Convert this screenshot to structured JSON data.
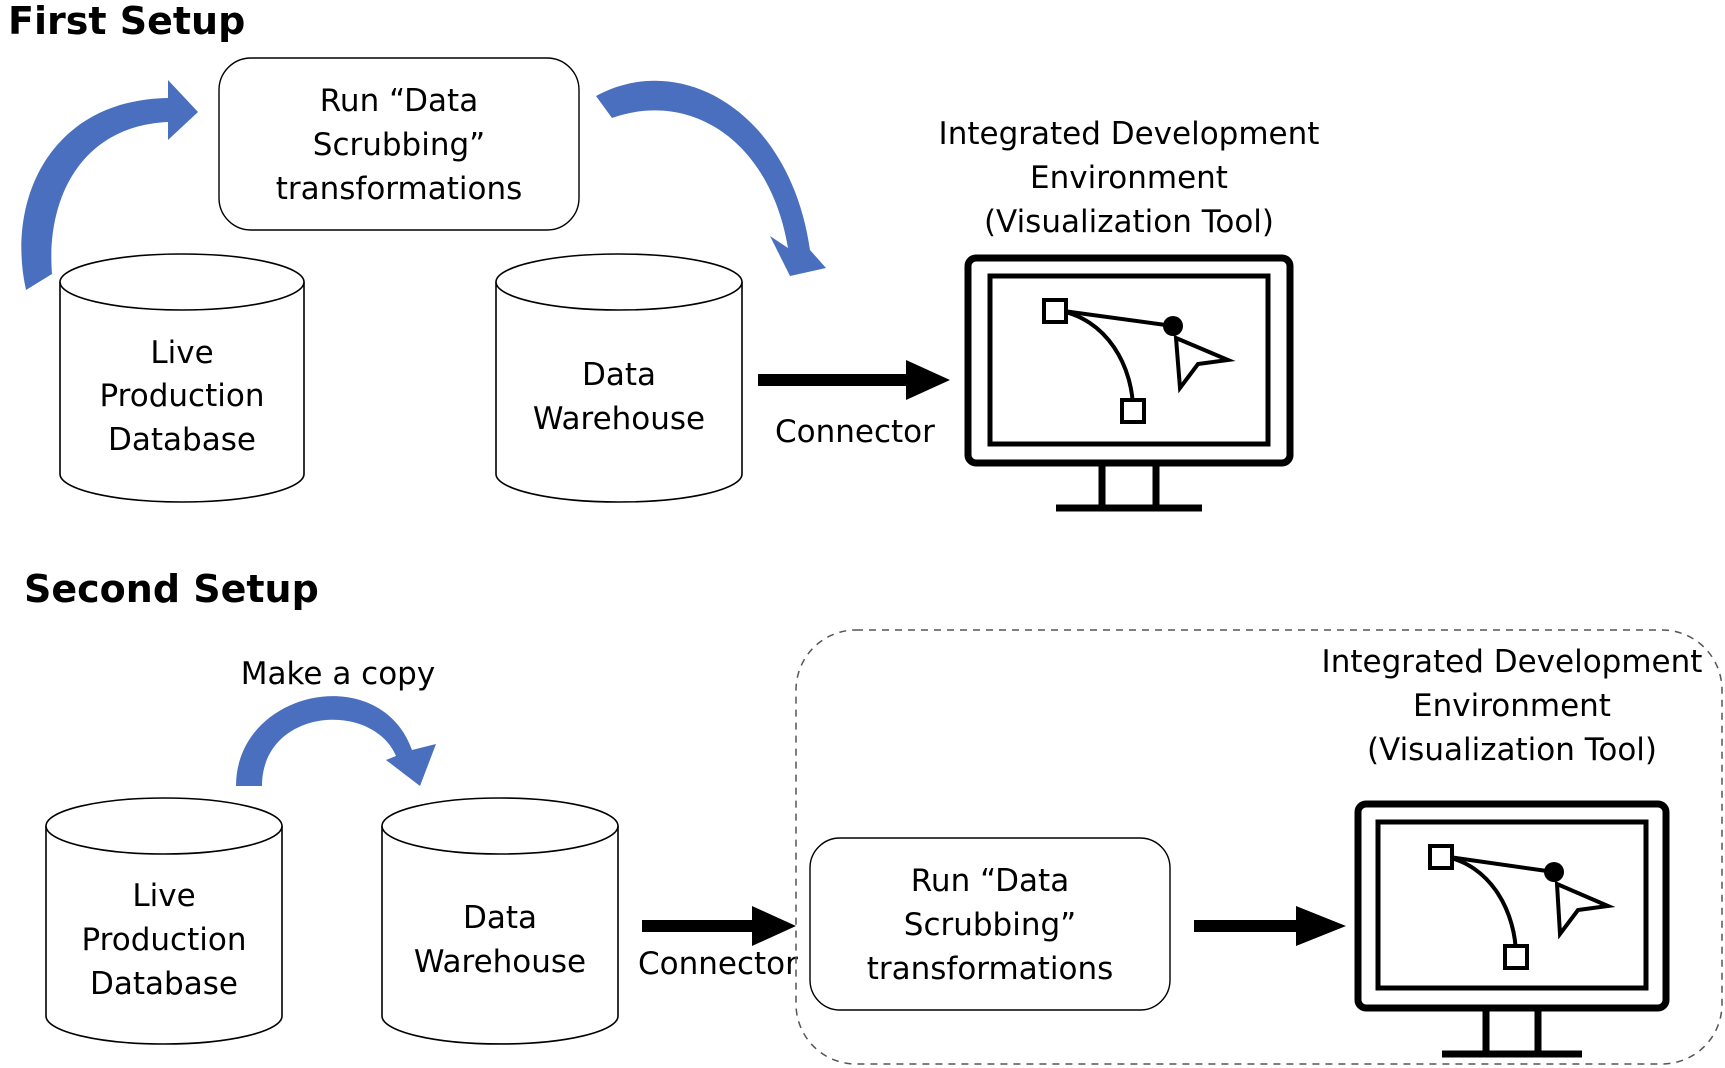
{
  "first_setup": {
    "title": "First Setup",
    "transform_box": [
      "Run “Data",
      "Scrubbing”",
      "transformations"
    ],
    "source_db": [
      "Live",
      "Production",
      "Database"
    ],
    "warehouse_db": [
      "Data",
      "Warehouse"
    ],
    "connector_label": "Connector",
    "ide_label": [
      "Integrated Development",
      "Environment",
      "(Visualization Tool)"
    ],
    "monitor_icon": "monitor-bezier-icon"
  },
  "second_setup": {
    "title": "Second Setup",
    "copy_label": "Make a copy",
    "source_db": [
      "Live",
      "Production",
      "Database"
    ],
    "warehouse_db": [
      "Data",
      "Warehouse"
    ],
    "connector_label": "Connector",
    "transform_box": [
      "Run “Data",
      "Scrubbing”",
      "transformations"
    ],
    "ide_label": [
      "Integrated Development",
      "Environment",
      "(Visualization Tool)"
    ],
    "monitor_icon": "monitor-bezier-icon"
  },
  "colors": {
    "curved_arrow": "#4a6fbf",
    "connector_arrow": "#000000",
    "dashed_border": "#555555"
  }
}
